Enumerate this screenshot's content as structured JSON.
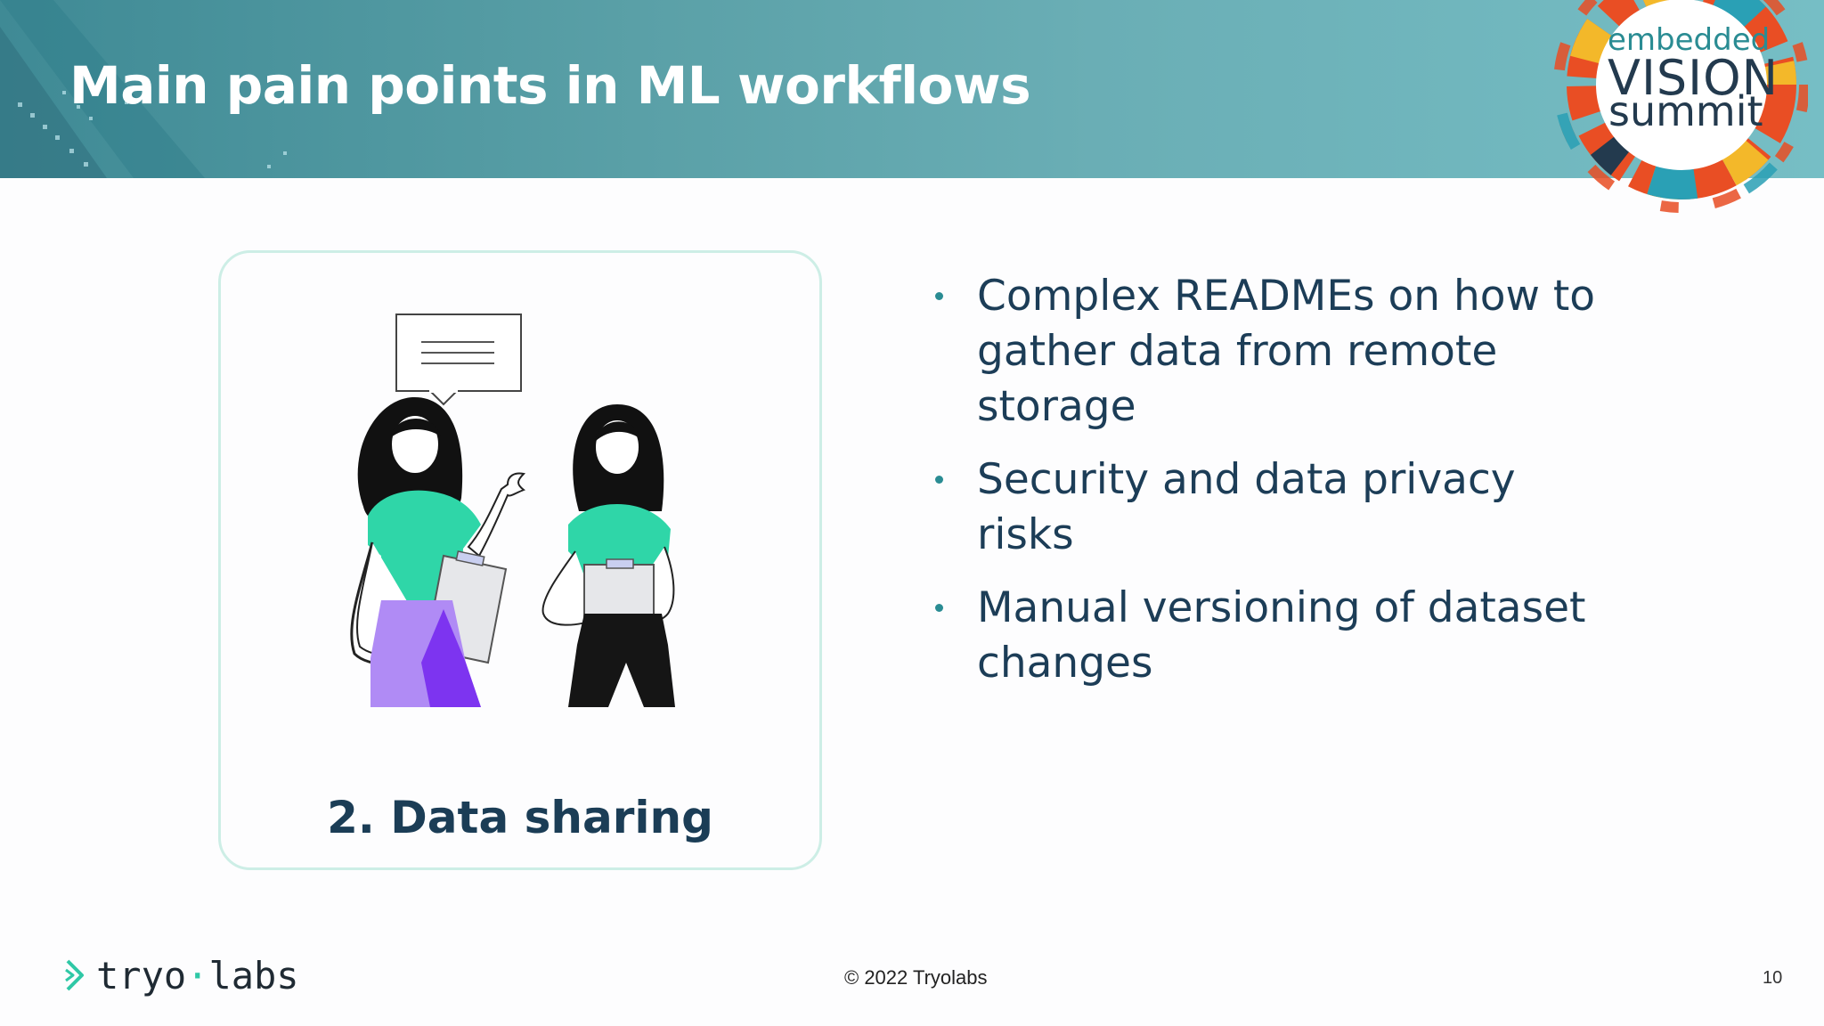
{
  "slide": {
    "title": "Main pain points in ML workflows",
    "page_number": "10"
  },
  "brand_logo": {
    "line1": "embedded",
    "line2": "VISION",
    "line3": "summit"
  },
  "card": {
    "caption": "2. Data sharing",
    "illustration": "two-women-sharing-documents-illustration"
  },
  "bullets": [
    "Complex READMEs on how to gather data from remote storage",
    "Security and data privacy risks",
    "Manual versioning of dataset changes"
  ],
  "footer": {
    "logo_part1": "tryo",
    "logo_dot": "·",
    "logo_part2": "labs",
    "copyright": "© 2022 Tryolabs"
  },
  "colors": {
    "header_start": "#3f8a95",
    "header_end": "#76bec5",
    "text_dark": "#1c3d57",
    "card_border": "#cdeee6",
    "figure_green": "#2fd6a8",
    "figure_purple": "#9b6cf0"
  }
}
